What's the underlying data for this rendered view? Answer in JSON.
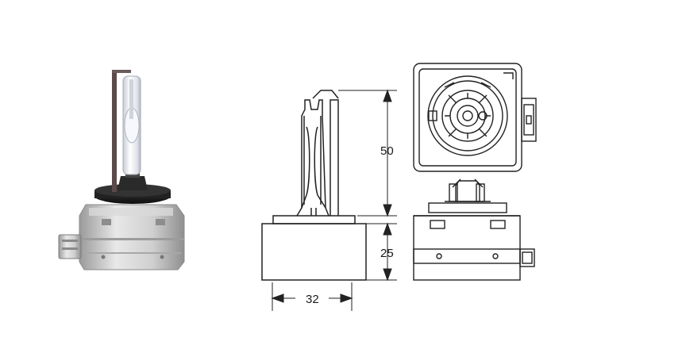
{
  "dimensions": {
    "height_glass": "50",
    "height_base": "25",
    "width_base": "32"
  },
  "colors": {
    "line": "#222222",
    "metal_light": "#e4e4e4",
    "metal_mid": "#bdbdbd",
    "metal_dark": "#7a7a7a",
    "collar": "#1f1f1f",
    "glass": "#eef0f4"
  }
}
